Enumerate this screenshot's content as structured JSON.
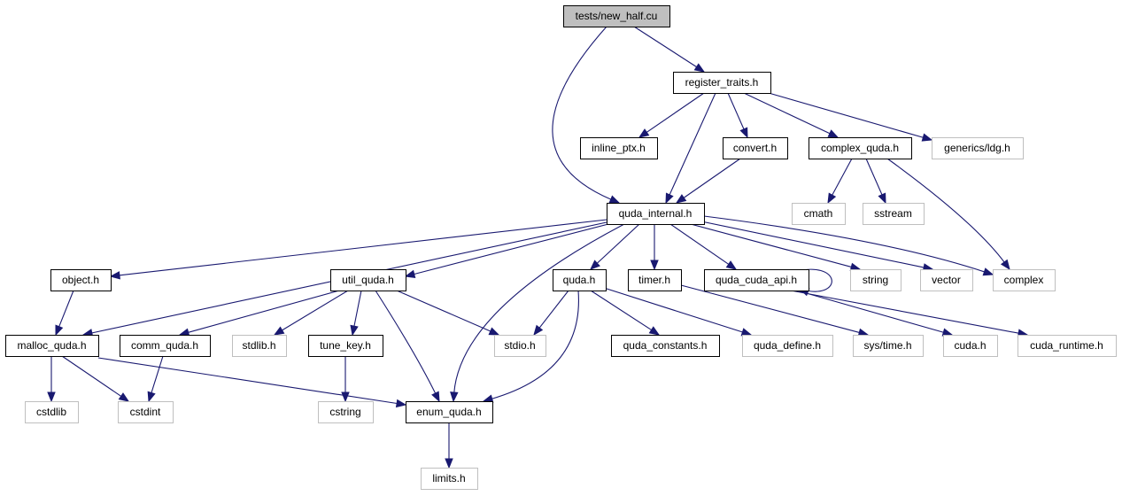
{
  "colors": {
    "edge": "#191970",
    "root_fill": "#bfbfbf",
    "root_stroke": "#000000",
    "local_stroke": "#000000",
    "external_stroke": "#bfbfbf",
    "external_text": "#000000"
  },
  "nodes": [
    {
      "id": "new_half",
      "label": "tests/new_half.cu",
      "kind": "root"
    },
    {
      "id": "register_traits",
      "label": "register_traits.h",
      "kind": "local"
    },
    {
      "id": "inline_ptx",
      "label": "inline_ptx.h",
      "kind": "local"
    },
    {
      "id": "convert",
      "label": "convert.h",
      "kind": "local"
    },
    {
      "id": "complex_quda",
      "label": "complex_quda.h",
      "kind": "local"
    },
    {
      "id": "generics_ldg",
      "label": "generics/ldg.h",
      "kind": "external"
    },
    {
      "id": "cmath",
      "label": "cmath",
      "kind": "external"
    },
    {
      "id": "sstream",
      "label": "sstream",
      "kind": "external"
    },
    {
      "id": "quda_internal",
      "label": "quda_internal.h",
      "kind": "local"
    },
    {
      "id": "object",
      "label": "object.h",
      "kind": "local"
    },
    {
      "id": "util_quda",
      "label": "util_quda.h",
      "kind": "local"
    },
    {
      "id": "quda",
      "label": "quda.h",
      "kind": "local"
    },
    {
      "id": "timer",
      "label": "timer.h",
      "kind": "local"
    },
    {
      "id": "quda_cuda_api",
      "label": "quda_cuda_api.h",
      "kind": "local"
    },
    {
      "id": "string",
      "label": "string",
      "kind": "external"
    },
    {
      "id": "vector",
      "label": "vector",
      "kind": "external"
    },
    {
      "id": "complex",
      "label": "complex",
      "kind": "external"
    },
    {
      "id": "malloc_quda",
      "label": "malloc_quda.h",
      "kind": "local"
    },
    {
      "id": "comm_quda",
      "label": "comm_quda.h",
      "kind": "local"
    },
    {
      "id": "stdlib",
      "label": "stdlib.h",
      "kind": "external"
    },
    {
      "id": "tune_key",
      "label": "tune_key.h",
      "kind": "local"
    },
    {
      "id": "stdio",
      "label": "stdio.h",
      "kind": "external"
    },
    {
      "id": "quda_constants",
      "label": "quda_constants.h",
      "kind": "local"
    },
    {
      "id": "quda_define",
      "label": "quda_define.h",
      "kind": "external"
    },
    {
      "id": "sys_time",
      "label": "sys/time.h",
      "kind": "external"
    },
    {
      "id": "cuda",
      "label": "cuda.h",
      "kind": "external"
    },
    {
      "id": "cuda_runtime",
      "label": "cuda_runtime.h",
      "kind": "external"
    },
    {
      "id": "cstdlib",
      "label": "cstdlib",
      "kind": "external"
    },
    {
      "id": "cstdint",
      "label": "cstdint",
      "kind": "external"
    },
    {
      "id": "cstring",
      "label": "cstring",
      "kind": "external"
    },
    {
      "id": "enum_quda",
      "label": "enum_quda.h",
      "kind": "local"
    },
    {
      "id": "limits",
      "label": "limits.h",
      "kind": "external"
    }
  ],
  "edges": [
    {
      "from": "new_half",
      "to": "register_traits"
    },
    {
      "from": "new_half",
      "to": "quda_internal"
    },
    {
      "from": "register_traits",
      "to": "inline_ptx"
    },
    {
      "from": "register_traits",
      "to": "convert"
    },
    {
      "from": "register_traits",
      "to": "complex_quda"
    },
    {
      "from": "register_traits",
      "to": "generics_ldg"
    },
    {
      "from": "register_traits",
      "to": "quda_internal"
    },
    {
      "from": "convert",
      "to": "quda_internal"
    },
    {
      "from": "complex_quda",
      "to": "cmath"
    },
    {
      "from": "complex_quda",
      "to": "sstream"
    },
    {
      "from": "complex_quda",
      "to": "complex"
    },
    {
      "from": "quda_internal",
      "to": "object"
    },
    {
      "from": "quda_internal",
      "to": "malloc_quda"
    },
    {
      "from": "quda_internal",
      "to": "util_quda"
    },
    {
      "from": "quda_internal",
      "to": "enum_quda"
    },
    {
      "from": "quda_internal",
      "to": "quda"
    },
    {
      "from": "quda_internal",
      "to": "timer"
    },
    {
      "from": "quda_internal",
      "to": "quda_cuda_api"
    },
    {
      "from": "quda_internal",
      "to": "string"
    },
    {
      "from": "quda_internal",
      "to": "vector"
    },
    {
      "from": "quda_internal",
      "to": "complex"
    },
    {
      "from": "object",
      "to": "malloc_quda"
    },
    {
      "from": "util_quda",
      "to": "comm_quda"
    },
    {
      "from": "util_quda",
      "to": "stdlib"
    },
    {
      "from": "util_quda",
      "to": "tune_key"
    },
    {
      "from": "util_quda",
      "to": "enum_quda"
    },
    {
      "from": "util_quda",
      "to": "stdio"
    },
    {
      "from": "quda",
      "to": "stdio"
    },
    {
      "from": "quda",
      "to": "quda_constants"
    },
    {
      "from": "quda",
      "to": "quda_define"
    },
    {
      "from": "quda",
      "to": "enum_quda"
    },
    {
      "from": "timer",
      "to": "sys_time"
    },
    {
      "from": "quda_cuda_api",
      "to": "quda_cuda_api"
    },
    {
      "from": "quda_cuda_api",
      "to": "cuda"
    },
    {
      "from": "quda_cuda_api",
      "to": "cuda_runtime"
    },
    {
      "from": "malloc_quda",
      "to": "cstdlib"
    },
    {
      "from": "malloc_quda",
      "to": "cstdint"
    },
    {
      "from": "malloc_quda",
      "to": "enum_quda"
    },
    {
      "from": "comm_quda",
      "to": "cstdint"
    },
    {
      "from": "tune_key",
      "to": "cstring"
    },
    {
      "from": "enum_quda",
      "to": "limits"
    }
  ]
}
